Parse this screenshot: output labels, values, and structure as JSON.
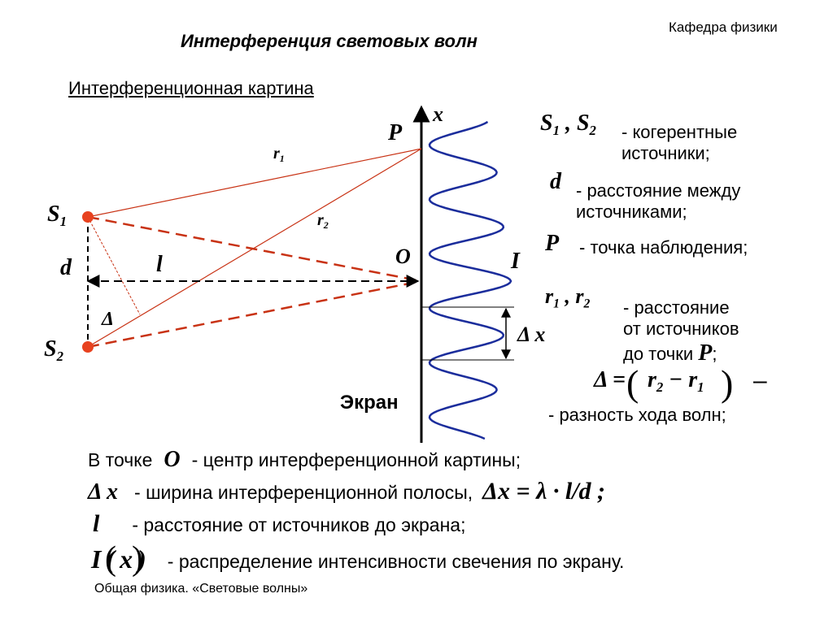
{
  "header": {
    "department": "Кафедра физики",
    "title": "Интерференция световых волн",
    "subtitle": "Интерференционная картина"
  },
  "diagram": {
    "labels": {
      "x_axis": "x",
      "P": "P",
      "O": "O",
      "I": "I",
      "r1": "r",
      "r1_sub": "1",
      "r2": "r",
      "r2_sub": "2",
      "S1": "S",
      "S1_sub": "1",
      "S2": "S",
      "S2_sub": "2",
      "d": "d",
      "l": "l",
      "delta": "Δ",
      "delta_x": "Δ x",
      "screen": "Экран"
    },
    "colors": {
      "source": "#e8421f",
      "ray": "#c83214",
      "wave": "#1b2d9c",
      "axis": "#000000"
    }
  },
  "legend": {
    "sources_symbol": "S",
    "sources_sub1": "1",
    "sources_sep": " , ",
    "sources_sub2": "2",
    "sources_text_1": "- когерентные",
    "sources_text_2": "источники;",
    "d_symbol": "d",
    "d_text_1": "- расстояние между",
    "d_text_2": "источниками;",
    "p_symbol": "P",
    "p_text": "-  точка наблюдения;",
    "r_symbol_1": "r",
    "r_sub_1": "1",
    "r_sep": " , ",
    "r_symbol_2": "r",
    "r_sub_2": "2",
    "r_text_1": "- расстояние",
    "r_text_2": "от источников",
    "r_text_3": "до точки",
    "r_text_p": "P",
    "r_text_semicolon": ";",
    "formula_delta": "Δ = ",
    "formula_r2": "r",
    "formula_r2_sub": "2",
    "formula_minus": " − ",
    "formula_r1": "r",
    "formula_r1_sub": "1",
    "formula_dash": "–",
    "formula_text": "- разность хода волн;"
  },
  "bottom": {
    "line1_prefix": "В точке",
    "line1_symbol": "O",
    "line1_text": "- центр интерференционной картины;",
    "line2_symbol": "Δ x",
    "line2_text": "- ширина интерференционной полосы,",
    "line2_formula": "Δx = λ · l/d ;",
    "line3_symbol": "l",
    "line3_text": "-  расстояние от источников до экрана;",
    "line4_symbol": "I(x)",
    "line4_text": "- распределение интенсивности свечения по экрану."
  },
  "footer": {
    "text": "Общая физика.   «Световые волны»"
  }
}
